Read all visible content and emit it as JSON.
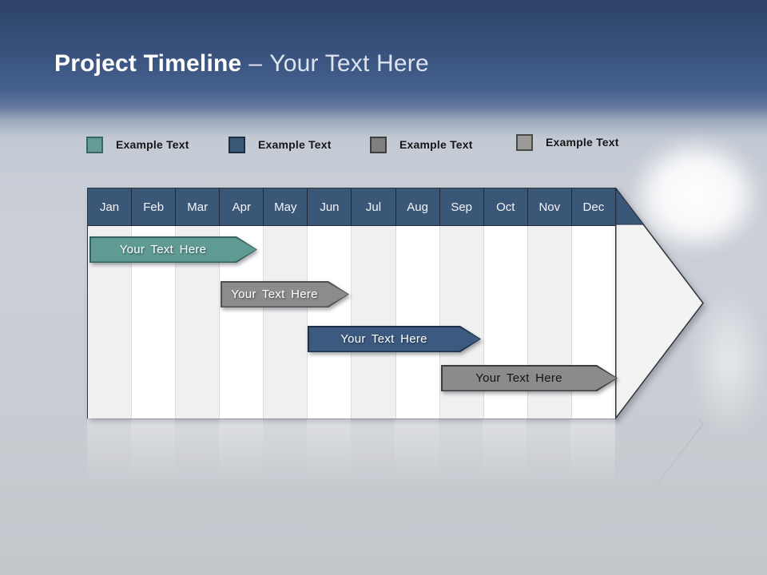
{
  "slide": {
    "title": {
      "main": "Project Timeline",
      "separator": "–",
      "subtitle": "Your Text Here"
    }
  },
  "legend": {
    "items": [
      {
        "label": "Example Text",
        "swatch_color": "#649b94",
        "swatch_border": "#3a6561"
      },
      {
        "label": "Example Text",
        "swatch_color": "#3c5878",
        "swatch_border": "#1f2e40"
      },
      {
        "label": "Example Text",
        "swatch_color": "#7f7f7f",
        "swatch_border": "#3f3f3f"
      },
      {
        "label": "Example Text",
        "swatch_color": "#9a9a97",
        "swatch_border": "#4a4a4a"
      }
    ]
  },
  "timeline": {
    "months": [
      "Jan",
      "Feb",
      "Mar",
      "Apr",
      "May",
      "Jun",
      "Jul",
      "Aug",
      "Sep",
      "Oct",
      "Nov",
      "Dec"
    ],
    "header_color": "#3b5777",
    "bars": [
      {
        "label": "Your Text Here",
        "fill": "#5f9a93",
        "border": "#37625d",
        "text_color": "#ffffff",
        "start_month": "Jan",
        "end_month": "Apr"
      },
      {
        "label": "Your Text Here",
        "fill": "#8c8c8c",
        "border": "#4f4f4f",
        "text_color": "#ffffff",
        "start_month": "Apr",
        "end_month": "Jul"
      },
      {
        "label": "Your Text Here",
        "fill": "#3c5a80",
        "border": "#1e3049",
        "text_color": "#ffffff",
        "start_month": "Jun",
        "end_month": "Sep"
      },
      {
        "label": "Your Text Here",
        "fill": "#8b8b8b",
        "border": "#3c3c3c",
        "text_color": "#141414",
        "start_month": "Sep",
        "end_month": "Dec"
      }
    ]
  }
}
